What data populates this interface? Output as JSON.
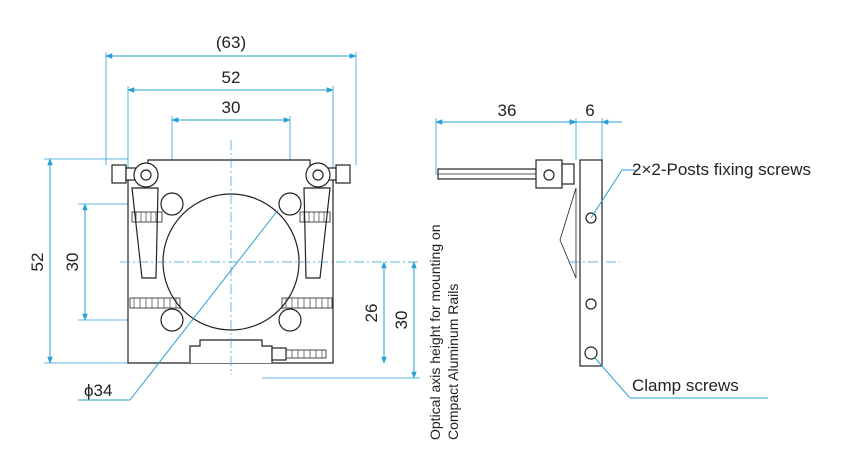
{
  "front_view": {
    "dim_overall_width": "(63)",
    "dim_width_52": "52",
    "dim_width_30": "30",
    "dim_height_52": "52",
    "dim_height_30": "30",
    "dim_aperture": "ϕ34",
    "dim_axis_26": "26",
    "dim_axis_30": "30"
  },
  "side_view": {
    "dim_36": "36",
    "dim_6": "6"
  },
  "callouts": {
    "posts_fixing_screws": "2×2-Posts fixing screws",
    "clamp_screws": "Clamp screws",
    "axis_note_line1": "Optical axis height for mounting on",
    "axis_note_line2": "Compact Aluminum Rails"
  },
  "colors": {
    "dimension_line": "#2a9fd6",
    "part_outline": "#222222"
  }
}
